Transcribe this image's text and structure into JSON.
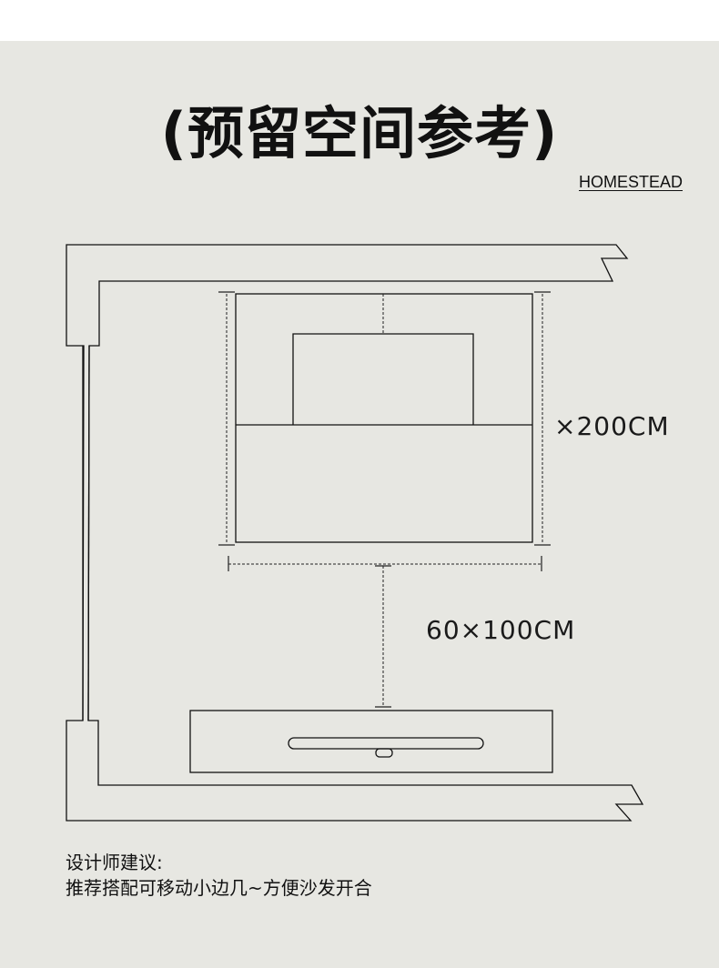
{
  "title": "(预留空间参考)",
  "brand": "HOMESTEAD",
  "dimensions": {
    "bed": "×200CM",
    "gap": "60×100CM"
  },
  "note": {
    "heading": "设计师建议:",
    "text": "推荐搭配可移动小边几~方便沙发开合"
  }
}
